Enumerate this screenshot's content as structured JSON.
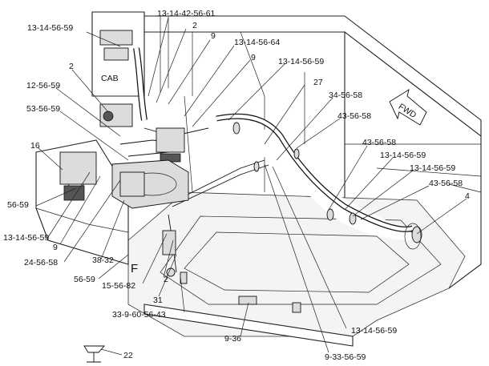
{
  "labels": {
    "l1": "13-14-42-56-61",
    "l2": "13-14-56-59",
    "l3": "2",
    "l4": "9",
    "l5": "13-14-56-64",
    "l6": "9",
    "l7": "13-14-56-59",
    "l8": "2",
    "l9": "CAB",
    "l10": "27",
    "l11": "12-56-59",
    "l12": "34-56-58",
    "l13": "53-56-59",
    "l14": "43-56-58",
    "l15": "FWD",
    "l16": "16",
    "l17": "43-56-58",
    "l18": "13-14-56-59",
    "l19": "13-14-56-59",
    "l20": "43-56-58",
    "l21": "4",
    "l22": "56-59",
    "l23": "13-14-56-59",
    "l24": "9",
    "l25": "24-56-58",
    "l26": "38-32",
    "l27": "F",
    "l28": "56-59",
    "l29": "15-56-82",
    "l30": "2",
    "l31": "31",
    "l32": "33-9-60-56-43",
    "l33": "9-36",
    "l34": "13-14-56-59",
    "l35": "9-33-56-59",
    "l36": "22"
  }
}
